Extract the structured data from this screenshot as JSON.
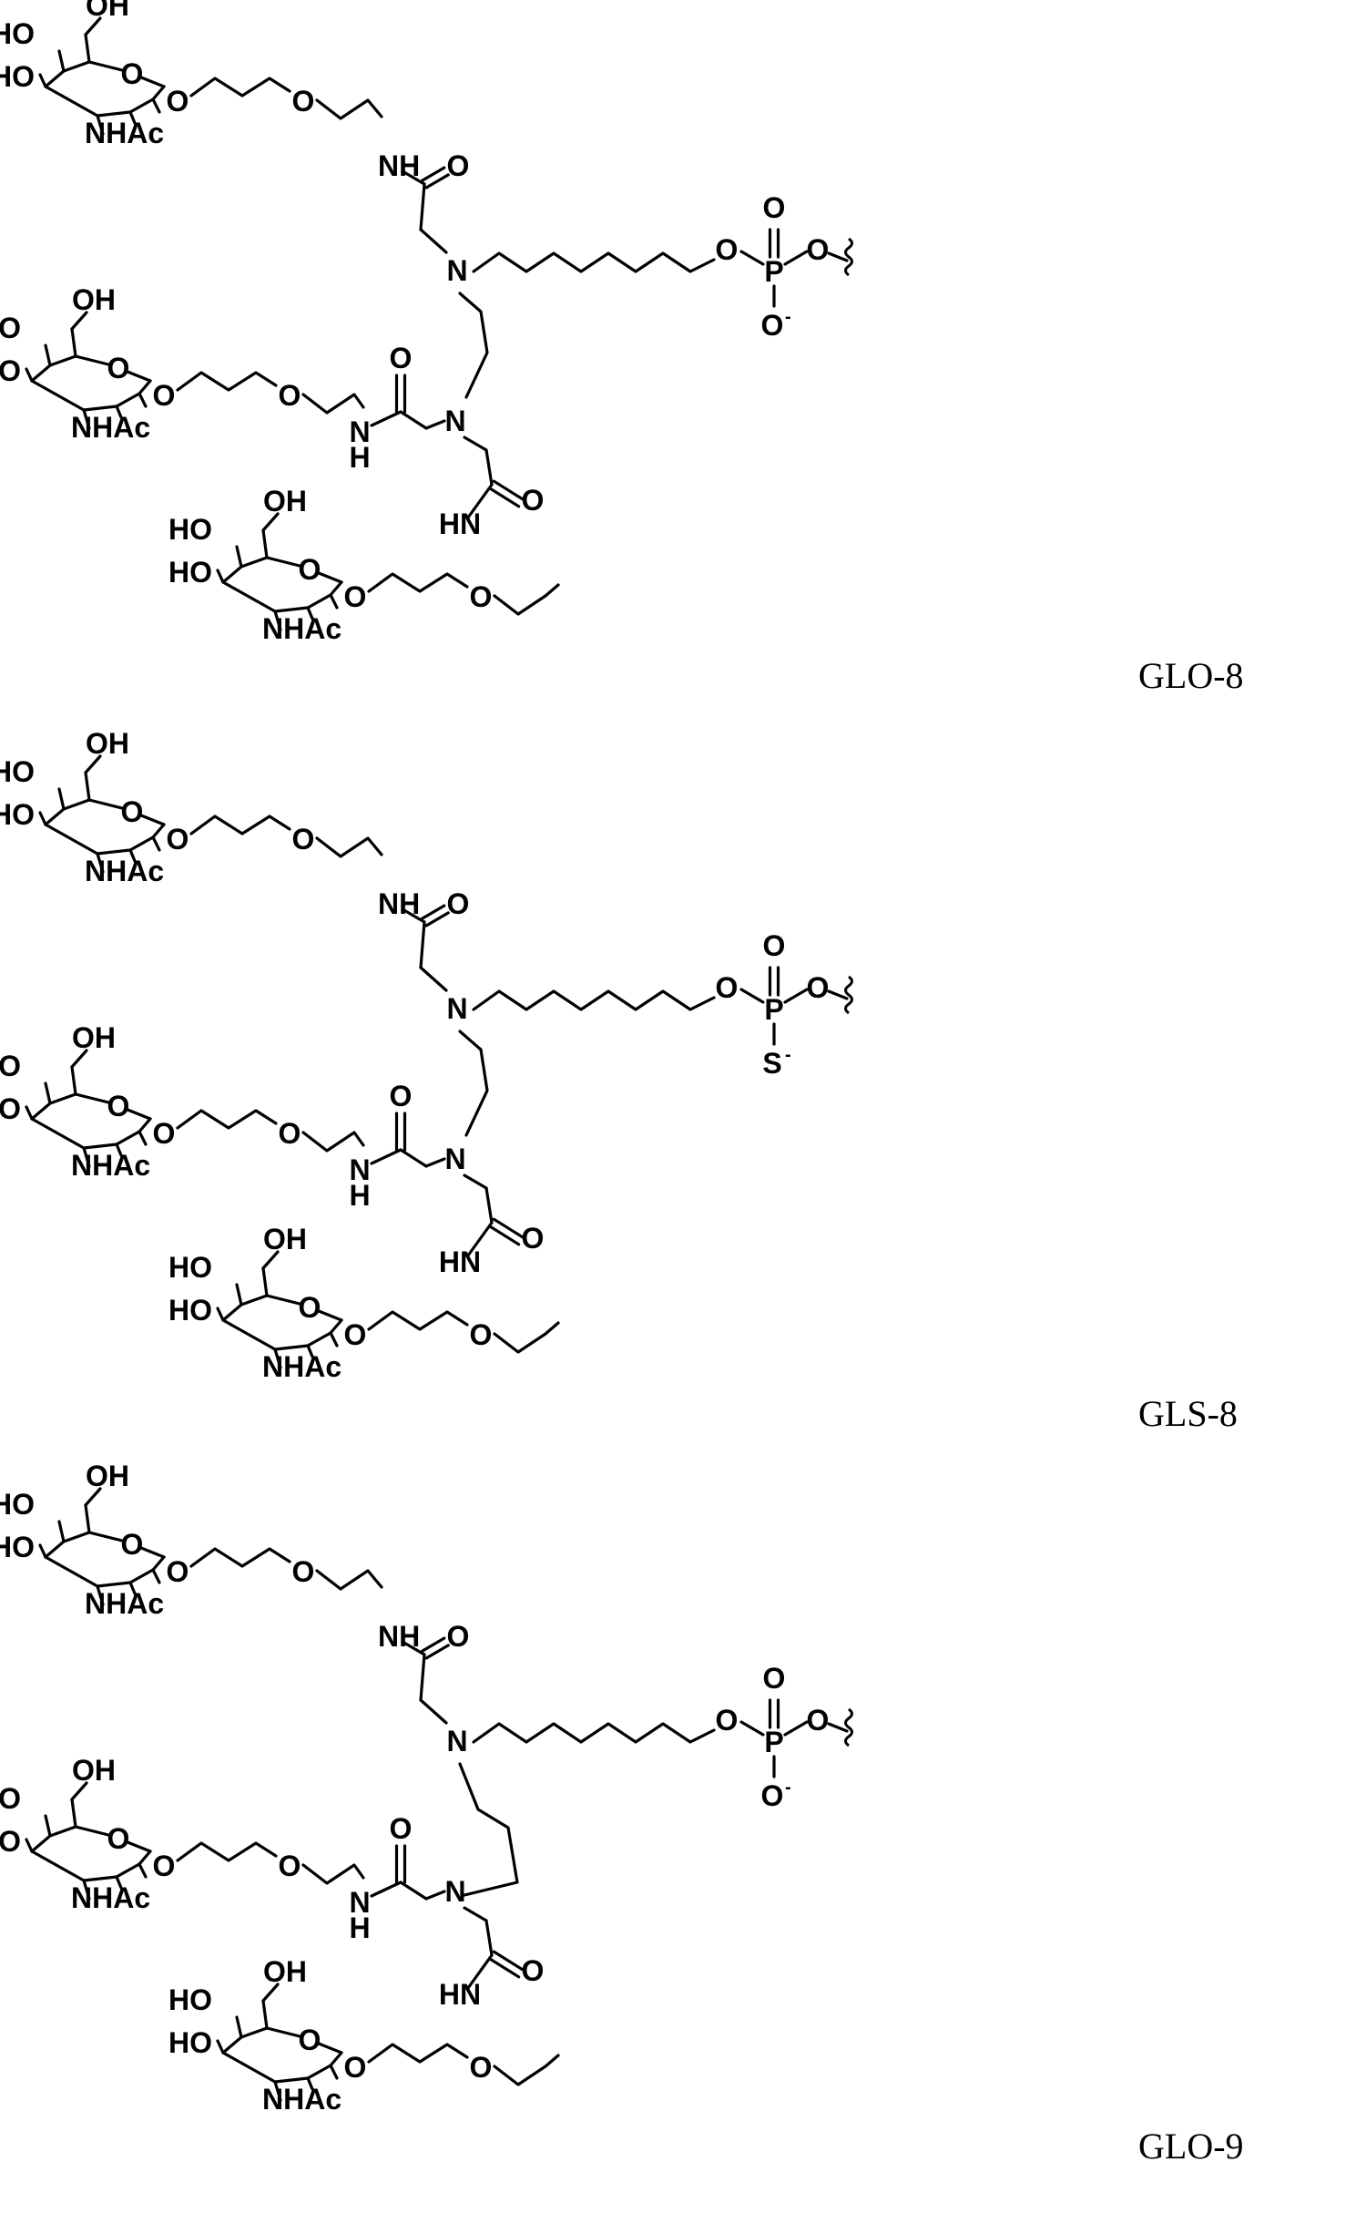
{
  "labels": {
    "oh": "OH",
    "ho": "HO",
    "o": "O",
    "nhac": "NHAc",
    "nh": "NH",
    "hn": "HN",
    "n_atom": "N",
    "h_atom": "H",
    "p": "P",
    "s": "S",
    "minus": "-"
  },
  "compounds": [
    {
      "name": "GLO-8",
      "linker": "ethylene",
      "phosphate": "O"
    },
    {
      "name": "GLS-8",
      "linker": "ethylene",
      "phosphate": "S"
    },
    {
      "name": "GLO-9",
      "linker": "propylene",
      "phosphate": "O"
    }
  ]
}
